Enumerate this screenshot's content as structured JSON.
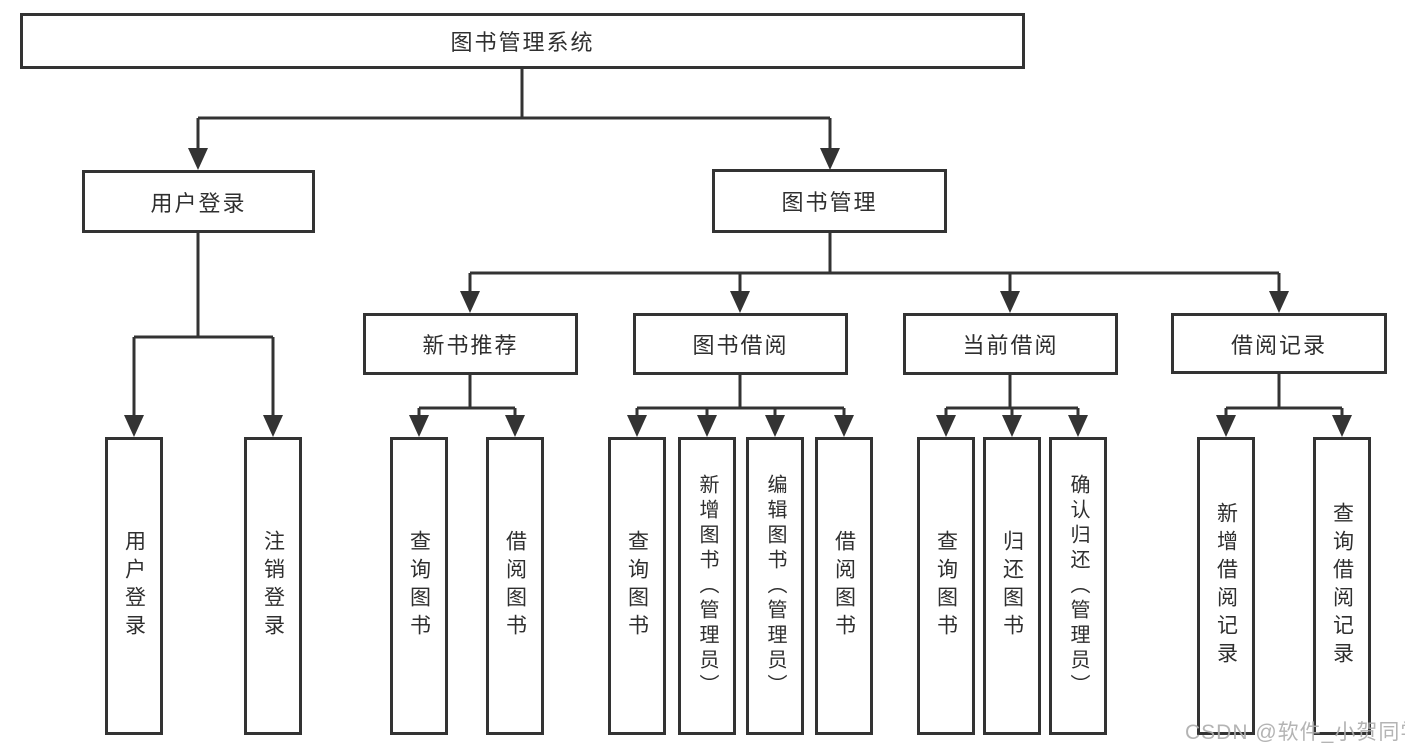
{
  "diagram": {
    "root_label": "图书管理系统",
    "level2": [
      {
        "label": "用户登录",
        "children": [
          "用户登录",
          "注销登录"
        ]
      },
      {
        "label": "图书管理",
        "sections": [
          {
            "label": "新书推荐",
            "children": [
              "查询图书",
              "借阅图书"
            ]
          },
          {
            "label": "图书借阅",
            "children": [
              "查询图书",
              "新增图书（管理员）",
              "编辑图书（管理员）",
              "借阅图书"
            ]
          },
          {
            "label": "当前借阅",
            "children": [
              "查询图书",
              "归还图书",
              "确认归还（管理员）"
            ]
          },
          {
            "label": "借阅记录",
            "children": [
              "新增借阅记录",
              "查询借阅记录"
            ]
          }
        ]
      }
    ]
  },
  "watermark": {
    "text": "CSDN @软件_小贺同学"
  },
  "colors": {
    "line": "#333333",
    "text": "#2f2f2f",
    "watermark": "#aeaeae",
    "background": "#ffffff"
  }
}
